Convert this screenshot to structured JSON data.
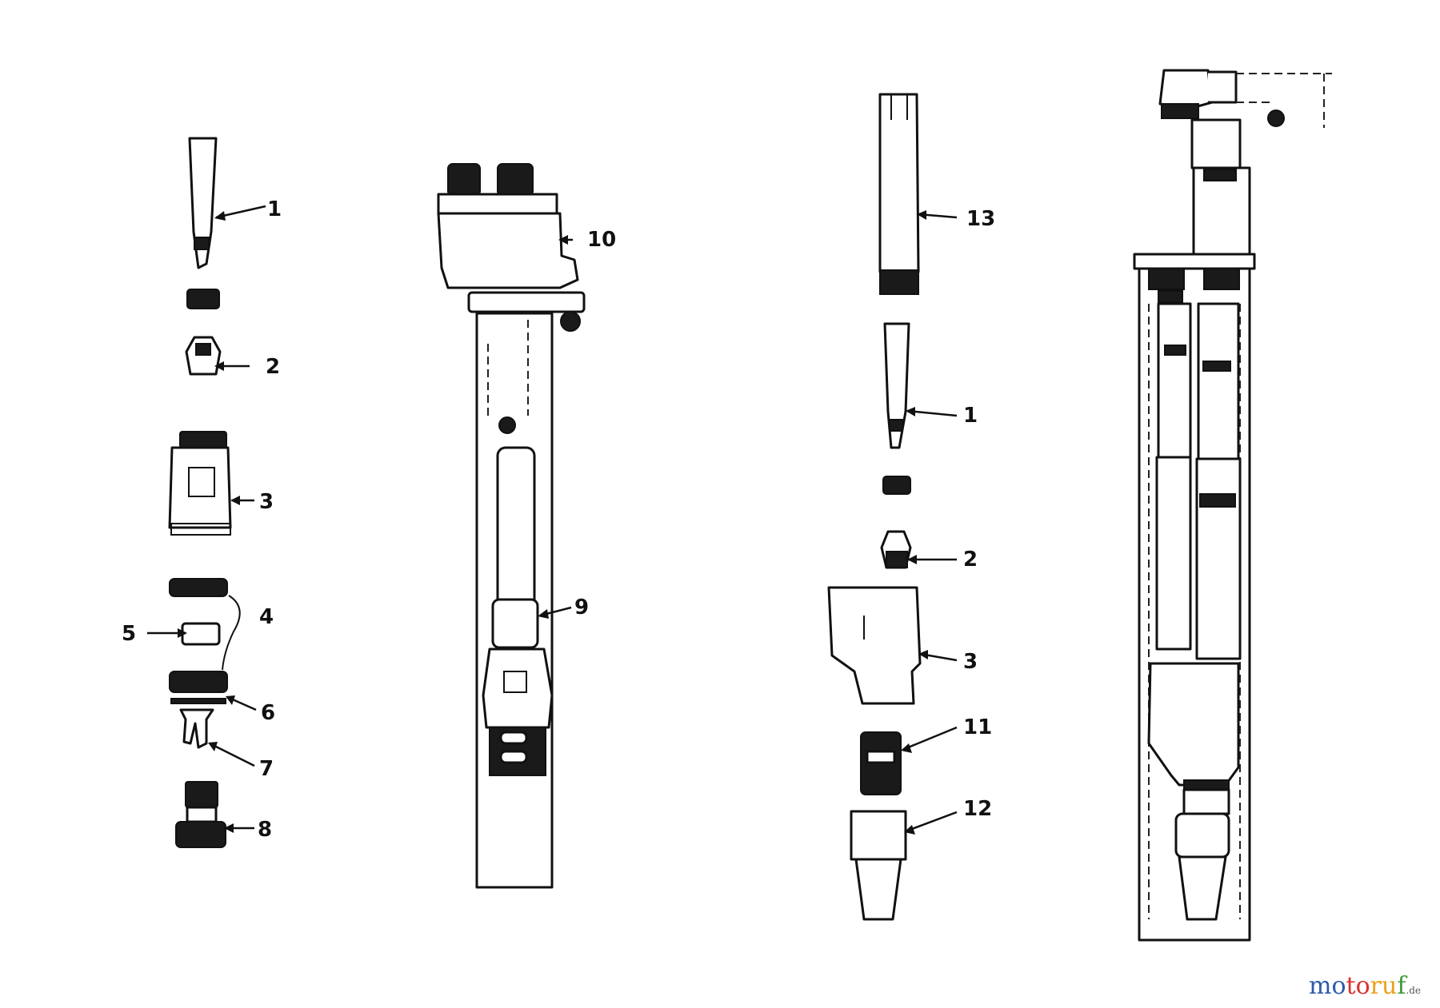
{
  "callouts": {
    "part_1_a": "1",
    "part_2_a": "2",
    "part_3_a": "3",
    "part_4": "4",
    "part_5": "5",
    "part_6": "6",
    "part_7": "7",
    "part_8": "8",
    "part_9": "9",
    "part_10": "10",
    "part_13": "13",
    "part_1_b": "1",
    "part_2_b": "2",
    "part_3_b": "3",
    "part_11": "11",
    "part_12": "12"
  },
  "watermark": {
    "c1": "mo",
    "c2": "to",
    "c3": "ru",
    "c4": "f",
    "tld": ".de"
  }
}
